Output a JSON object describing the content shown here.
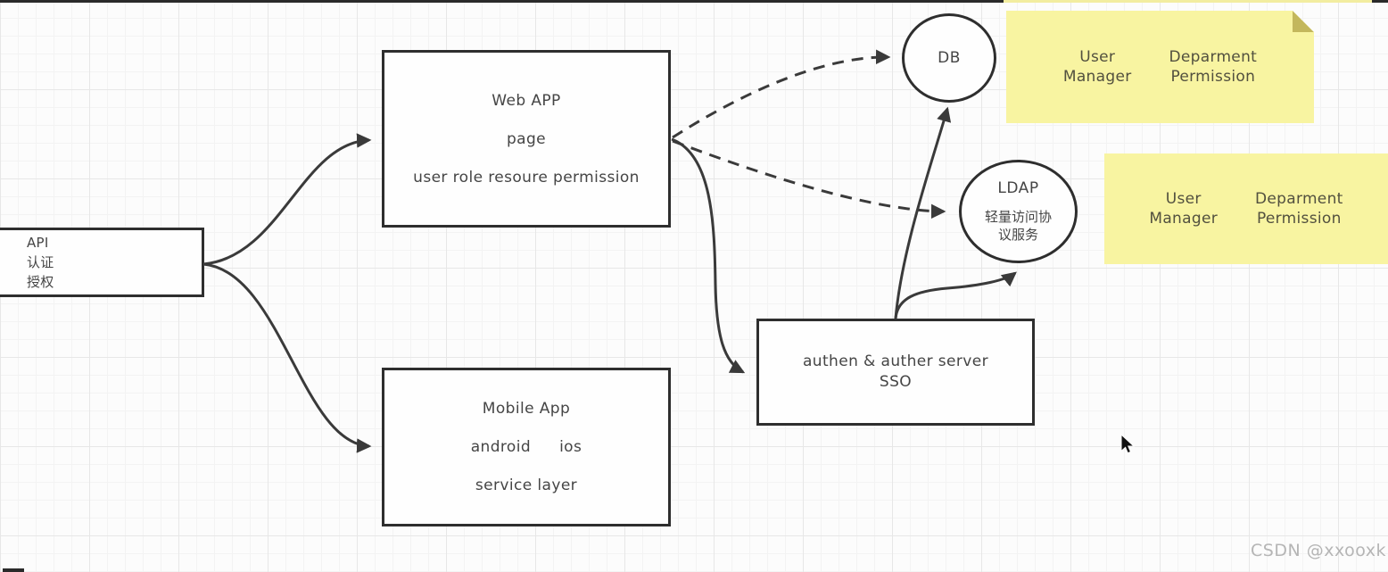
{
  "canvas": {
    "background": "#fcfcfc",
    "grid_minor_color": "#f3f3f3",
    "grid_major_color": "#e7e7e7",
    "stroke_color": "#3a3a3a"
  },
  "nodes": {
    "api": {
      "line1": "API",
      "line2": "认证",
      "line3": "授权"
    },
    "web_app": {
      "title": "Web APP",
      "line2": "page",
      "line3": "user role resoure permission"
    },
    "mobile_app": {
      "title": "Mobile App",
      "platform1": "android",
      "platform2": "ios",
      "line3": "service layer"
    },
    "sso": {
      "line1": "authen & auther server",
      "line2": "SSO"
    },
    "db": {
      "label": "DB"
    },
    "ldap": {
      "title": "LDAP",
      "zh_line1": "轻量访问协",
      "zh_line2": "议服务"
    }
  },
  "notes": {
    "bg_color": "#f8f4a1",
    "fold_color": "#c3b75c",
    "note1": {
      "col1_line1": "User",
      "col1_line2": "Manager",
      "col2_line1": "Deparment",
      "col2_line2": "Permission"
    },
    "note2": {
      "col1_line1": "User",
      "col1_line2": "Manager",
      "col2_line1": "Deparment",
      "col2_line2": "Permission"
    }
  },
  "connectors": [
    {
      "from": "api",
      "to": "web_app",
      "style": "solid-curve-arrow"
    },
    {
      "from": "api",
      "to": "mobile_app",
      "style": "solid-curve-arrow"
    },
    {
      "from": "web_app",
      "to": "db",
      "style": "dashed-curve-arrow"
    },
    {
      "from": "web_app",
      "to": "ldap",
      "style": "dashed-curve-arrow"
    },
    {
      "from": "web_app",
      "to": "sso",
      "style": "solid-curve-arrow"
    },
    {
      "from": "sso",
      "to": "db",
      "style": "solid-curve-arrow"
    },
    {
      "from": "sso",
      "to": "ldap",
      "style": "solid-curve-arrow"
    }
  ],
  "watermark": "CSDN @xxooxk"
}
